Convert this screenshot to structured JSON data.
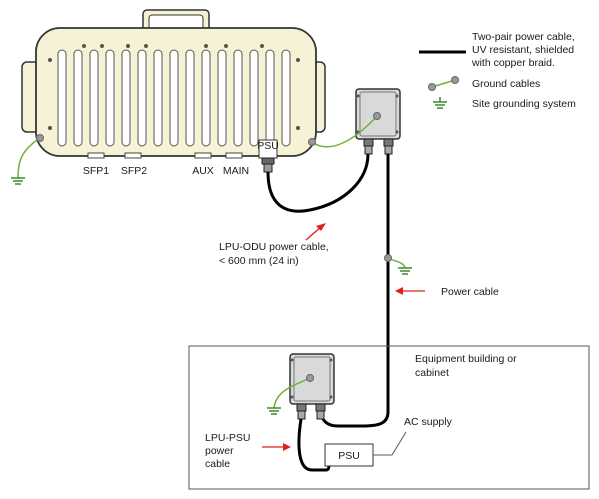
{
  "odu": {
    "ports": [
      "SFP1",
      "SFP2",
      "AUX",
      "MAIN"
    ],
    "psu_port_label": "PSU"
  },
  "legend": {
    "power_cable_line1": "Two-pair power cable,",
    "power_cable_line2": "UV resistant, shielded",
    "power_cable_line3": "with copper braid.",
    "ground_cables": "Ground cables",
    "site_grounding": "Site grounding system"
  },
  "callouts": {
    "lpu_odu_line1": "LPU-ODU power cable,",
    "lpu_odu_line2": "< 600 mm (24 in)",
    "power_cable": "Power cable",
    "building_line1": "Equipment building or",
    "building_line2": "cabinet",
    "lpu_psu_line1": "LPU-PSU",
    "lpu_psu_line2": "power",
    "lpu_psu_line3": "cable",
    "ac_supply": "AC supply"
  },
  "psu_box": {
    "label": "PSU"
  },
  "colors": {
    "cable": "#000000",
    "ground": "#6fb23c",
    "ground_symbol": "#3a8a2a",
    "arrow": "#e0201e",
    "odu_fill": "#f6f2d6",
    "lpu_fill": "#d9d9d9"
  }
}
